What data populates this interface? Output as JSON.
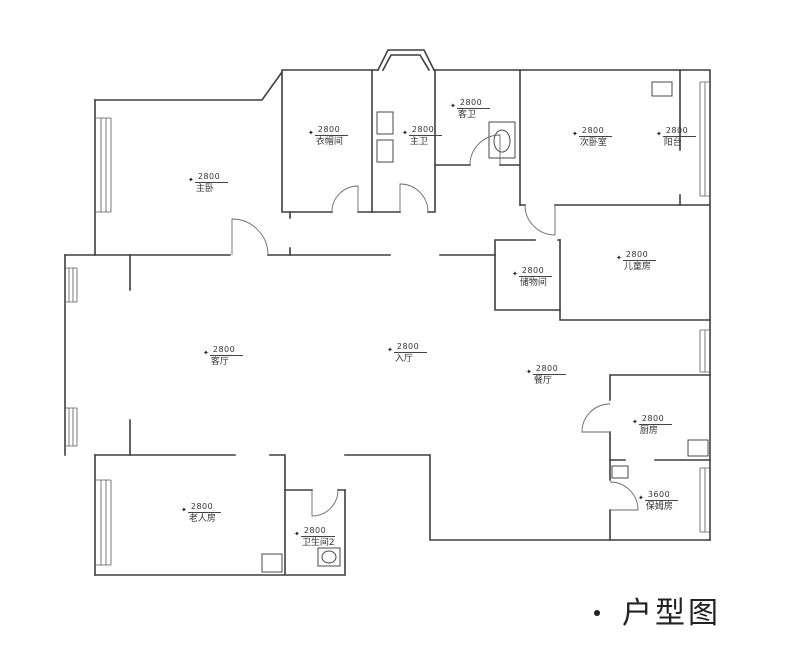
{
  "title": {
    "bullet": "·",
    "text": "户型图"
  },
  "colors": {
    "line": "#3f3f3f",
    "text": "#333333",
    "background": "#ffffff"
  },
  "rooms": [
    {
      "name": "主卧",
      "dim": "2800"
    },
    {
      "name": "衣帽间",
      "dim": "2800"
    },
    {
      "name": "主卫",
      "dim": "2800"
    },
    {
      "name": "客卫",
      "dim": "2800"
    },
    {
      "name": "次卧室",
      "dim": "2800"
    },
    {
      "name": "阳台",
      "dim": "2800"
    },
    {
      "name": "儿童房",
      "dim": "2800"
    },
    {
      "name": "储物间",
      "dim": "2800"
    },
    {
      "name": "客厅",
      "dim": "2800"
    },
    {
      "name": "入厅",
      "dim": "2800"
    },
    {
      "name": "餐厅",
      "dim": "2800"
    },
    {
      "name": "厨房",
      "dim": "2800"
    },
    {
      "name": "保姆房",
      "dim": "3600"
    },
    {
      "name": "老人房",
      "dim": "2800"
    },
    {
      "name": "卫生间2",
      "dim": "2800"
    }
  ]
}
